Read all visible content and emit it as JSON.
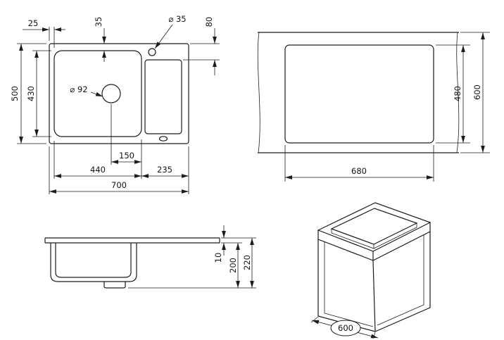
{
  "colors": {
    "line": "#1c1c1c",
    "background": "#ffffff"
  },
  "top_view": {
    "dim_left_offset": "25",
    "dim_top_offset": "35",
    "dia_tap_hole": "⌀ 35",
    "dim_drainboard_offset": "80",
    "dim_depth_total": "500",
    "dim_bowl_depth": "430",
    "dia_drain": "⌀ 92",
    "dim_drain_to_edge": "150",
    "dim_bowl_width": "440",
    "dim_drainboard_width": "235",
    "dim_width_total": "700"
  },
  "cutout_view": {
    "dim_cutout_depth": "480",
    "dim_counter_depth": "600",
    "dim_cutout_width": "680"
  },
  "side_view": {
    "dim_rim_height": "10",
    "dim_bowl_height": "200",
    "dim_total_height": "220"
  },
  "cabinet_view": {
    "dim_cabinet_width": "600"
  }
}
